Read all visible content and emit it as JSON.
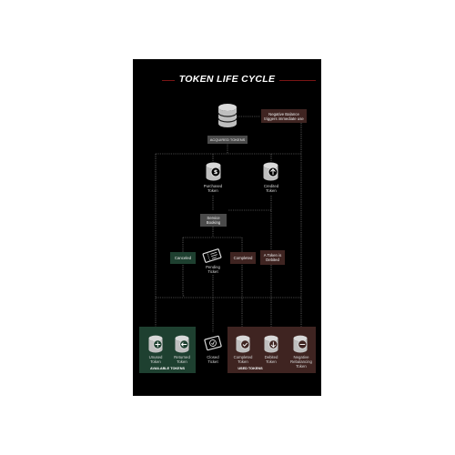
{
  "title": "TOKEN LIFE CYCLE",
  "nodes": {
    "acquired": "ACQUIRED TOKENS",
    "negative_balance": "Negative Balance triggers immediate use",
    "purchased": [
      "Purchased",
      "Token"
    ],
    "credited": [
      "Credited",
      "Token"
    ],
    "service_booking": [
      "Service",
      "Booking"
    ],
    "canceled": "Canceled",
    "pending": [
      "Pending",
      "Ticket"
    ],
    "completed": "Completed",
    "token_debited": [
      "A Token is",
      "Debited"
    ],
    "unused": [
      "Unused",
      "Token"
    ],
    "returned": [
      "Returned",
      "Token"
    ],
    "closed": [
      "Closed",
      "Ticket"
    ],
    "completed_token": [
      "Completed",
      "Token"
    ],
    "debited_token": [
      "Debited",
      "Token"
    ],
    "negative_rebalancing": [
      "Negative",
      "Rebalancing",
      "Token"
    ]
  },
  "groups": {
    "available": "AVAILABLE TOKENS",
    "used": "USED TOKENS"
  },
  "colors": {
    "background": "#000000",
    "accent_red": "#7a1515",
    "green_box": "#1e4030",
    "brown_box": "#3f2421",
    "gray_box": "#4a4a4a",
    "icon_gray": "#d9d9d9"
  },
  "icons": {
    "acquired": "database-icon",
    "purchased": "database-dollar-icon",
    "credited": "database-upload-icon",
    "pending": "ticket-icon",
    "unused": "database-plus-icon",
    "returned": "database-return-icon",
    "closed": "ticket-closed-icon",
    "completed_token": "database-check-icon",
    "debited_token": "database-down-icon",
    "negative_rebalancing": "database-minus-icon"
  }
}
